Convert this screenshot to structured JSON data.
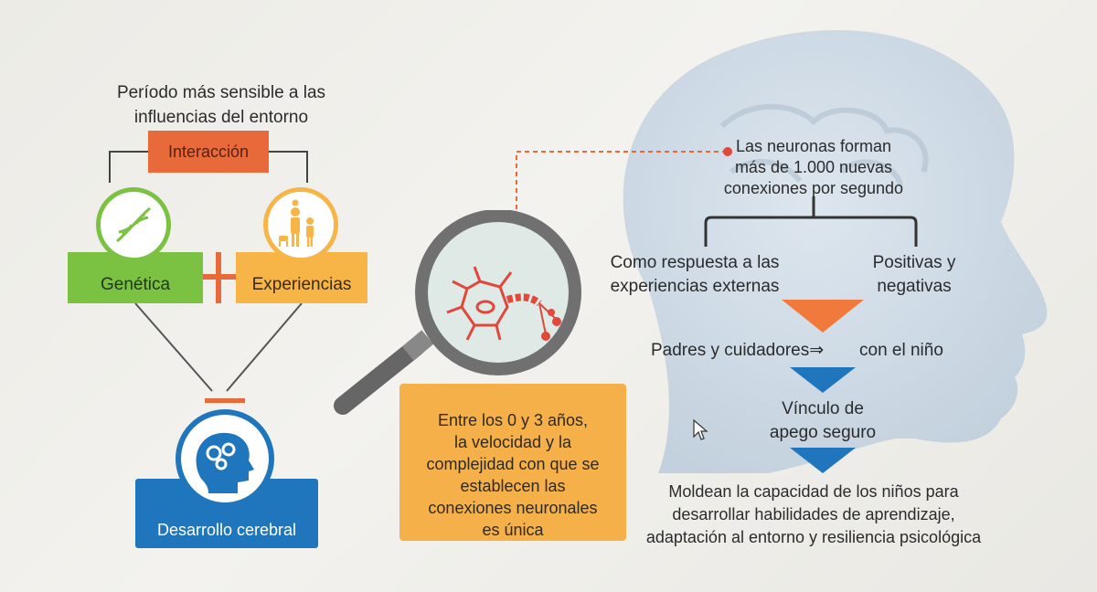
{
  "left": {
    "title_line1": "Período más sensible a las",
    "title_line2": "influencias del entorno",
    "interaction_label": "Interacción",
    "genetics_label": "Genética",
    "experiences_label": "Experiencias",
    "brain_label": "Desarrollo cerebral"
  },
  "middle": {
    "note_line1": "Entre los 0 y 3 años,",
    "note_line2": "la velocidad y la",
    "note_line3": "complejidad con que se",
    "note_line4": "establecen las",
    "note_line5": "conexiones neuronales",
    "note_line6": "es única"
  },
  "right": {
    "neurons_line1": "Las neuronas forman",
    "neurons_line2": "más de 1.000 nuevas",
    "neurons_line3": "conexiones por segundo",
    "response_line1": "Como respuesta a las",
    "response_line2": "experiencias externas",
    "positive_line1": "Positivas y",
    "positive_line2": "negativas",
    "parents_label": "Padres y cuidadores",
    "arrow_glyph": "⇒",
    "child_label": "con el niño",
    "bond_line1": "Vínculo de",
    "bond_line2": "apego seguro",
    "outcome_line1": "Moldean la capacidad de los niños para",
    "outcome_line2": "desarrollar habilidades de aprendizaje,",
    "outcome_line3": "adaptación al entorno y resiliencia psicológica"
  },
  "colors": {
    "orange": "#e86a3a",
    "green": "#7cc242",
    "yellow": "#f7b548",
    "blue": "#1f76bd",
    "red_neuron": "#e0483a",
    "head": "#c9d6e2"
  },
  "icons": [
    "dna-icon",
    "family-icon",
    "brain-gears-icon",
    "magnifier-icon",
    "neuron-icon",
    "mouse-cursor-icon"
  ]
}
